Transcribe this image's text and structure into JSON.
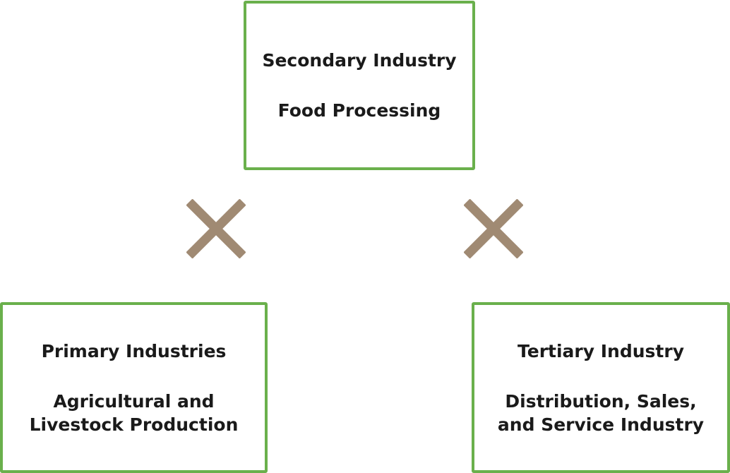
{
  "secondary": {
    "title": "Secondary Industry",
    "subtitle": "Food Processing"
  },
  "primary": {
    "title": "Primary Industries",
    "subtitle_line1": "Agricultural and",
    "subtitle_line2": "Livestock Production"
  },
  "tertiary": {
    "title": "Tertiary Industry",
    "subtitle_line1": "Distribution, Sales,",
    "subtitle_line2": "and Service Industry"
  },
  "colors": {
    "border": "#6ab04c",
    "cross": "#a08a73"
  }
}
